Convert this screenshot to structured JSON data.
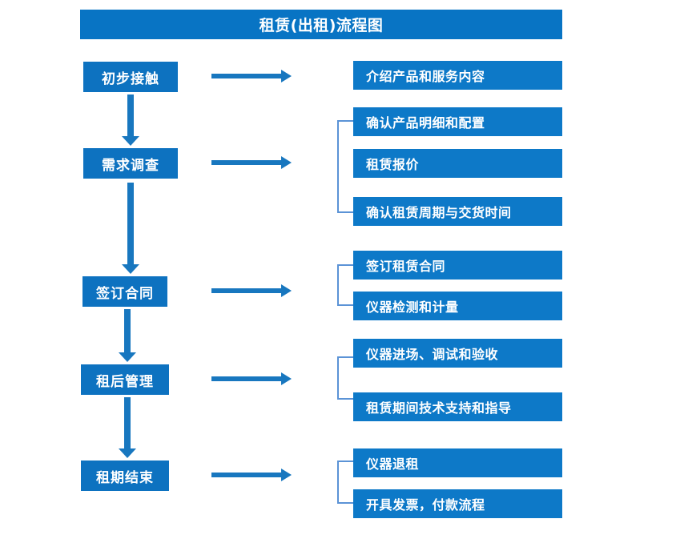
{
  "document": {
    "title": "租赁(出租)流程图",
    "colors": {
      "title_bar": "#0874c4",
      "stage_box": "#0d72c0",
      "detail_box": "#0d79c8",
      "arrow": "#1877bf",
      "bracket": "#5b93d6",
      "text": "#ffffff",
      "background": "#ffffff"
    }
  },
  "stages": [
    {
      "id": "initial-contact",
      "label": "初步接触"
    },
    {
      "id": "needs-survey",
      "label": "需求调查"
    },
    {
      "id": "sign-contract",
      "label": "签订合同"
    },
    {
      "id": "post-rent-manage",
      "label": "租后管理"
    },
    {
      "id": "lease-end",
      "label": "租期结束"
    }
  ],
  "details": [
    {
      "id": "intro-products",
      "label": "介绍产品和服务内容"
    },
    {
      "id": "confirm-spec",
      "label": "确认产品明细和配置"
    },
    {
      "id": "rental-quote",
      "label": "租赁报价"
    },
    {
      "id": "confirm-term-delivery",
      "label": "确认租赁周期与交货时间"
    },
    {
      "id": "sign-lease-contract",
      "label": "签订租赁合同"
    },
    {
      "id": "instrument-check",
      "label": "仪器检测和计量"
    },
    {
      "id": "instrument-install",
      "label": "仪器进场、调试和验收"
    },
    {
      "id": "tech-support",
      "label": "租赁期间技术支持和指导"
    },
    {
      "id": "instrument-return",
      "label": "仪器退租"
    },
    {
      "id": "invoice-payment",
      "label": "开具发票，付款流程"
    }
  ],
  "connectors": {
    "flow_arrows_vertical": 4,
    "link_arrows_horizontal": 5,
    "group_brackets": 4
  }
}
